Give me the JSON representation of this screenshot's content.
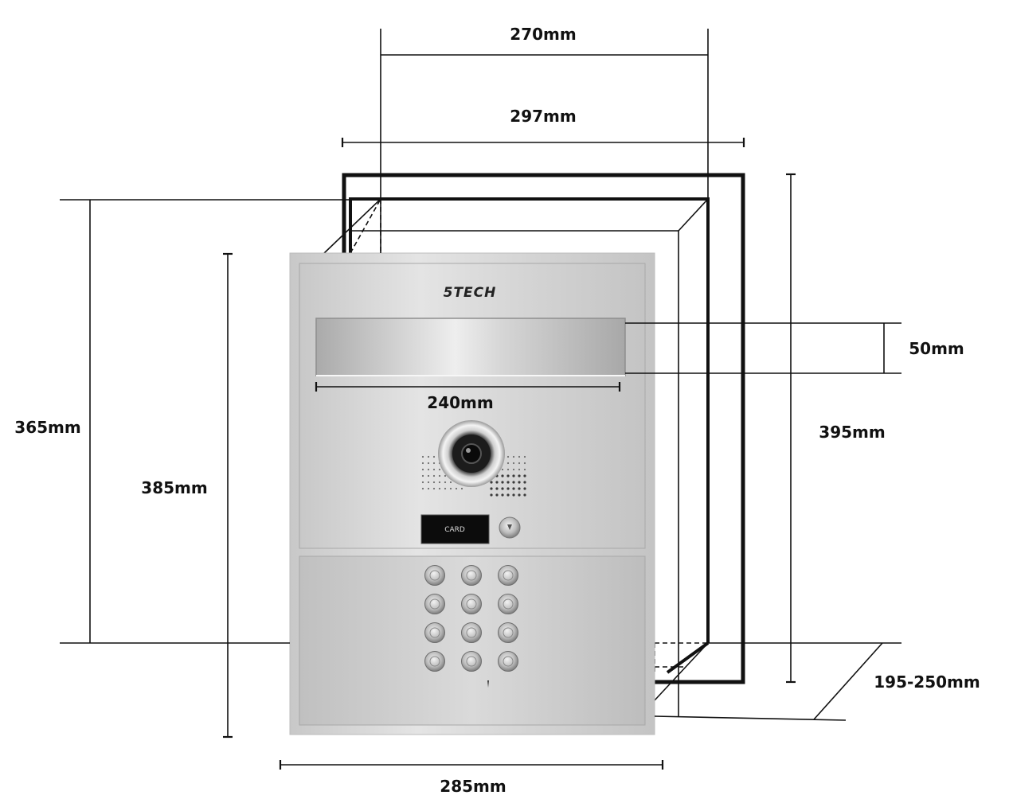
{
  "brand": {
    "logo_text": "5TECH"
  },
  "panel": {
    "card_reader_label": "CARD",
    "keypad_key_count": 12
  },
  "dimensions": {
    "inner_box_width": "270mm",
    "outer_box_width": "297mm",
    "nameplate_height": "50mm",
    "nameplate_width": "240mm",
    "box_height": "365mm",
    "panel_height": "385mm",
    "outer_box_height": "395mm",
    "box_depth": "195-250mm",
    "panel_width": "285mm"
  },
  "colors": {
    "frame": "#111111",
    "steel_light": "#d9d9d9",
    "steel_dark": "#b4b4b4"
  }
}
